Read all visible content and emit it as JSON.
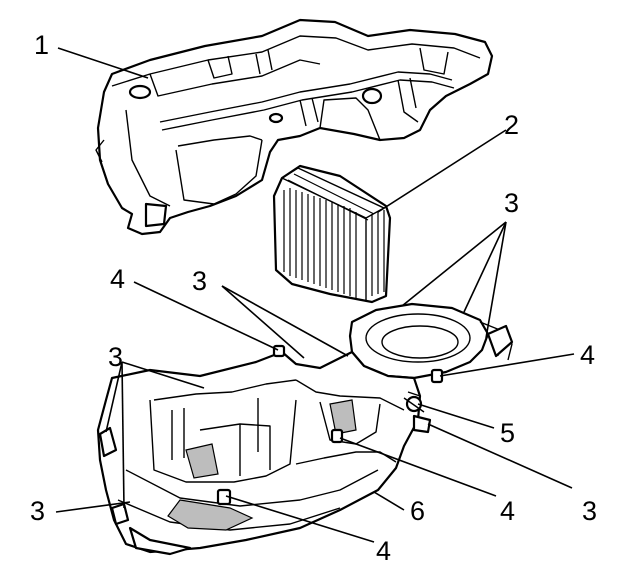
{
  "callouts": {
    "c1": "1",
    "c2": "2",
    "c3_top_right": "3",
    "c3_center": "3",
    "c3_left": "3",
    "c3_bottom_left": "3",
    "c3_bottom_right": "3",
    "c4_left": "4",
    "c4_right": "4",
    "c4_bottom_center": "4",
    "c4_bottom": "4",
    "c5": "5",
    "c6": "6"
  }
}
